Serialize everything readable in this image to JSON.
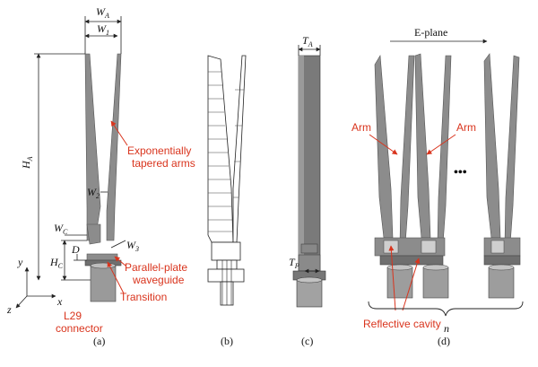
{
  "panel_a": {
    "caption": "(a)",
    "dims": {
      "WA": "W",
      "WA_sub": "A",
      "W1": "W",
      "W1_sub": "1",
      "HA": "H",
      "HA_sub": "A",
      "W2": "W",
      "W2_sub": "2",
      "WC": "W",
      "WC_sub": "C",
      "HC": "H",
      "HC_sub": "C",
      "D": "D",
      "W3": "W",
      "W3_sub": "3"
    },
    "annotations": {
      "arms_line1": "Exponentially",
      "arms_line2": "tapered arms",
      "ppw_line1": "Parallel-plate",
      "ppw_line2": "waveguide",
      "transition": "Transition",
      "connector_line1": "L29",
      "connector_line2": "connector"
    },
    "axes": {
      "y": "y",
      "x": "x",
      "z": "z"
    }
  },
  "panel_b": {
    "caption": "(b)"
  },
  "panel_c": {
    "caption": "(c)",
    "dims": {
      "TA": "T",
      "TA_sub": "A",
      "TP": "T",
      "TP_sub": "P"
    }
  },
  "panel_d": {
    "caption": "(d)",
    "eplane": "E-plane",
    "arm_left": "Arm",
    "arm_right": "Arm",
    "dots": "•••",
    "reflective": "Reflective cavity",
    "n": "n"
  },
  "colors": {
    "accent_red": "#d9341d",
    "metal": "#8c8c8c"
  }
}
